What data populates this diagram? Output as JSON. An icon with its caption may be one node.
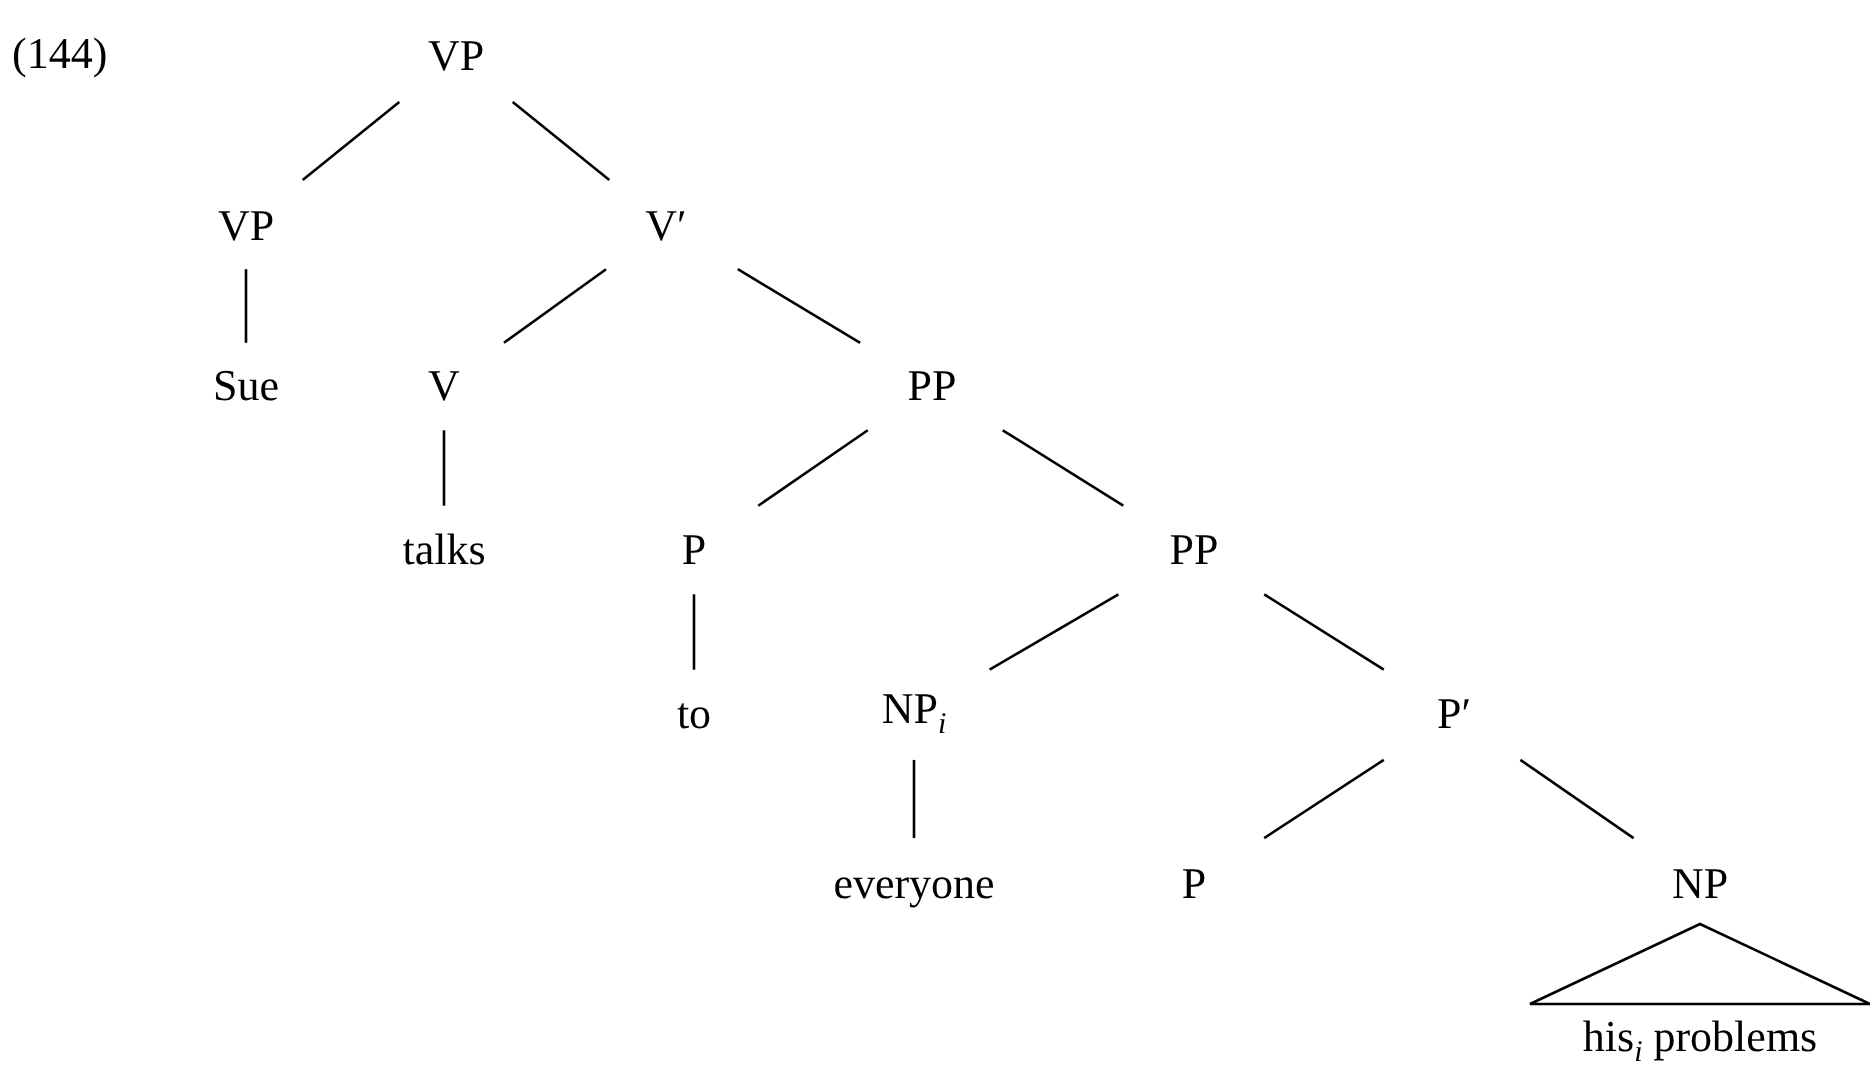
{
  "diagram": {
    "nodes": [
      {
        "text": [
          "VP"
        ]
      },
      {
        "text": [
          "VP"
        ]
      },
      {
        "text": [
          "V′"
        ]
      },
      {
        "text": [
          "Sue"
        ]
      },
      {
        "text": [
          "V"
        ]
      },
      {
        "text": [
          "PP"
        ]
      },
      {
        "text": [
          "talks"
        ]
      },
      {
        "text": [
          "P"
        ]
      },
      {
        "text": [
          "PP"
        ]
      },
      {
        "text": [
          "to"
        ]
      },
      {
        "text": [
          "NP$_{i}$"
        ]
      },
      {
        "text": [
          "P′"
        ]
      },
      {
        "text": [
          "everyone"
        ]
      },
      {
        "text": [
          "P"
        ]
      },
      {
        "text": [
          "NP"
        ]
      },
      {
        "text": [
          "his$_{i}$ problems"
        ]
      }
    ],
    "edges": [
      {
        "from": 0,
        "to": 1,
        "arrow": "none"
      },
      {
        "from": 0,
        "to": 2,
        "arrow": "none"
      },
      {
        "from": 1,
        "to": 3,
        "arrow": "none"
      },
      {
        "from": 2,
        "to": 4,
        "arrow": "none"
      },
      {
        "from": 2,
        "to": 5,
        "arrow": "none"
      },
      {
        "from": 4,
        "to": 6,
        "arrow": "none"
      },
      {
        "from": 5,
        "to": 7,
        "arrow": "none"
      },
      {
        "from": 5,
        "to": 8,
        "arrow": "none"
      },
      {
        "from": 7,
        "to": 9,
        "arrow": "none"
      },
      {
        "from": 8,
        "to": 10,
        "arrow": "none"
      },
      {
        "from": 8,
        "to": 11,
        "arrow": "none"
      },
      {
        "from": 10,
        "to": 12,
        "arrow": "none"
      },
      {
        "from": 11,
        "to": 13,
        "arrow": "none"
      },
      {
        "from": 11,
        "to": 14,
        "arrow": "none"
      },
      {
        "from": 14,
        "to": 15,
        "arrow": "none"
      }
    ],
    "labels": [
      "(144)"
    ]
  }
}
